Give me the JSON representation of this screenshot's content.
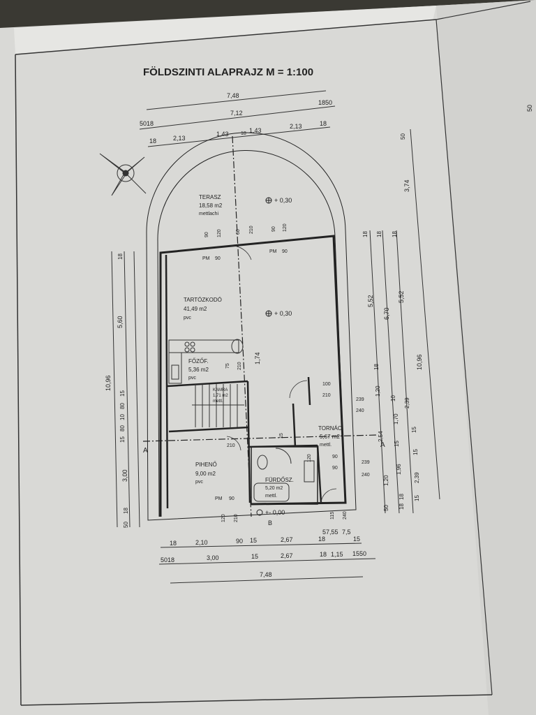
{
  "title": "FÖLDSZINTI ALAPRAJZ  M = 1:100",
  "page_edge_note": "50",
  "dims_top": {
    "row1": [
      "7,48"
    ],
    "row2": [
      "5018",
      "7,12",
      "1850"
    ],
    "row3": [
      "18",
      "2,13",
      "1,43",
      "18",
      "1,43",
      "2,13",
      "18"
    ]
  },
  "dims_bottom": {
    "row1": [
      "18",
      "2,10",
      "90",
      "15",
      "2,67",
      "18",
      "57,55",
      "7,5",
      "15"
    ],
    "row2": [
      "5018",
      "3,00",
      "15",
      "2,67",
      "18",
      "1,15",
      "1550"
    ],
    "row3": [
      "7,48"
    ]
  },
  "dims_left": [
    "10,96",
    "5,60",
    "18",
    "15",
    "80",
    "10",
    "80",
    "15",
    "3,00",
    "18",
    "50"
  ],
  "dims_right": [
    "50",
    "3,74",
    "18",
    "5,52",
    "18",
    "6,70",
    "18",
    "5,52",
    "10,96",
    "1,20",
    "18",
    "10",
    "2,39",
    "2,54",
    "15",
    "1,70",
    "15",
    "1,96",
    "15",
    "1,20",
    "18",
    "2,39",
    "15",
    "50",
    "18"
  ],
  "rooms": {
    "terasz": {
      "name": "TERASZ",
      "area": "18,58 m2",
      "finish": "mettlachi"
    },
    "tartozkodo": {
      "name": "TARTÓZKODÓ",
      "area": "41,49 m2",
      "finish": "pvc"
    },
    "fozof": {
      "name": "FŐZŐF.",
      "area": "5,36 m2",
      "finish": "pvc"
    },
    "kamra": {
      "name": "KAMRA",
      "area": "1,71 m2",
      "finish": "mettl."
    },
    "tornac": {
      "name": "TORNÁC",
      "area": "5,67 m2",
      "finish": "mettl."
    },
    "piheno": {
      "name": "PIHENŐ",
      "area": "9,00 m2",
      "finish": "pvc"
    },
    "furdosz": {
      "name": "FÜRDŐSZ.",
      "area": "5,20 m2",
      "finish": "mettl."
    }
  },
  "levels": {
    "terrace": "+ 0,30",
    "main": "+ 0,30",
    "entry": "+- 0,00"
  },
  "openings": {
    "pm": "PM",
    "w90": "90",
    "w120": "120",
    "d210": "210",
    "d100": "100",
    "d239": "239",
    "d240": "240",
    "d75": "75",
    "d60": "60",
    "stair": "1,74",
    "d115": "115",
    "d15": "15"
  },
  "section_marks": {
    "a": "A",
    "b": "B"
  }
}
